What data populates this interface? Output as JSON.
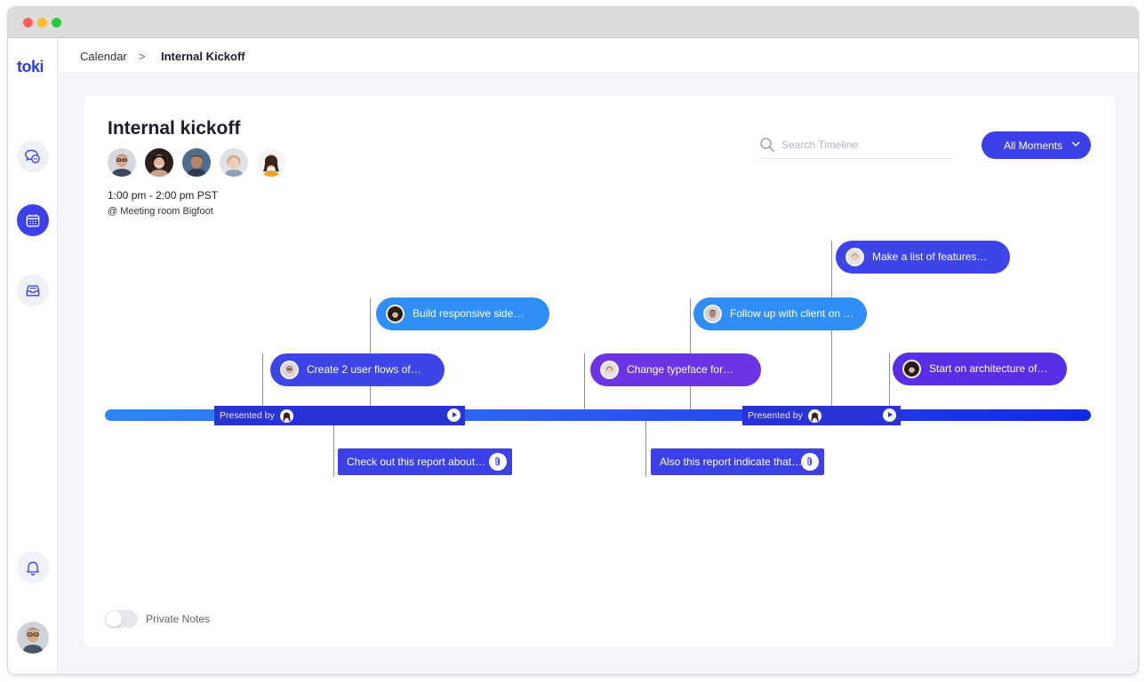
{
  "app": {
    "logo": "toki"
  },
  "breadcrumb": {
    "parent": "Calendar",
    "separator": ">",
    "current": "Internal Kickoff"
  },
  "meeting": {
    "title": "Internal kickoff",
    "time": "1:00 pm - 2:00 pm PST",
    "location": "@ Meeting room Bigfoot",
    "members": [
      "member-1",
      "member-2",
      "member-3",
      "member-4",
      "member-5"
    ]
  },
  "search": {
    "placeholder": "Search Timeline",
    "value": ""
  },
  "filter": {
    "label": "All Moments"
  },
  "timeline": {
    "presenter_label": "Presented by",
    "moments": [
      {
        "label": "Make a list of features…",
        "color": "#3d44e8"
      },
      {
        "label": "Build responsive side…",
        "color": "#2f8ef7"
      },
      {
        "label": "Follow up with client on …",
        "color": "#2f8ef7"
      },
      {
        "label": "Create 2 user flows of…",
        "color": "#3d44e8"
      },
      {
        "label": "Change typeface for…",
        "color": "#6b34e4"
      },
      {
        "label": "Start on architecture of…",
        "color": "#5a2ee6"
      }
    ],
    "notes": [
      {
        "label": "Check out this report about…"
      },
      {
        "label": "Also this report indicate that…"
      }
    ]
  },
  "private_notes": {
    "label": "Private Notes",
    "enabled": false
  },
  "colors": {
    "accent": "#3b40e8",
    "timeline_start": "#2f86f8",
    "timeline_end": "#1328ea"
  }
}
